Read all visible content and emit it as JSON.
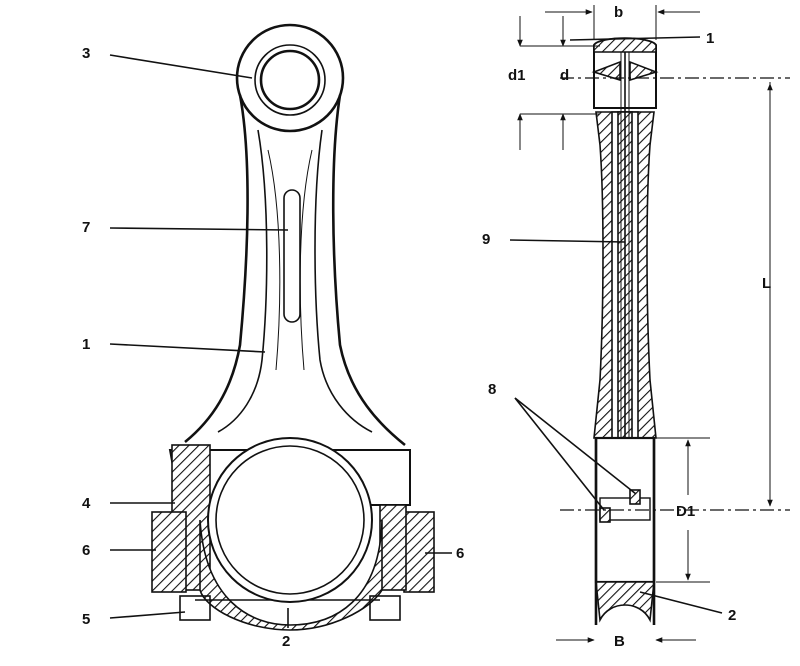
{
  "labels": {
    "left": {
      "l3": "3",
      "l7": "7",
      "l1": "1",
      "l4": "4",
      "l6a": "6",
      "l6b": "6",
      "l5": "5",
      "l2": "2"
    },
    "right": {
      "b": "b",
      "r1": "1",
      "d1": "d1",
      "d": "d",
      "r9": "9",
      "L": "L",
      "r8": "8",
      "D1": "D1",
      "r2": "2",
      "B": "B"
    }
  }
}
